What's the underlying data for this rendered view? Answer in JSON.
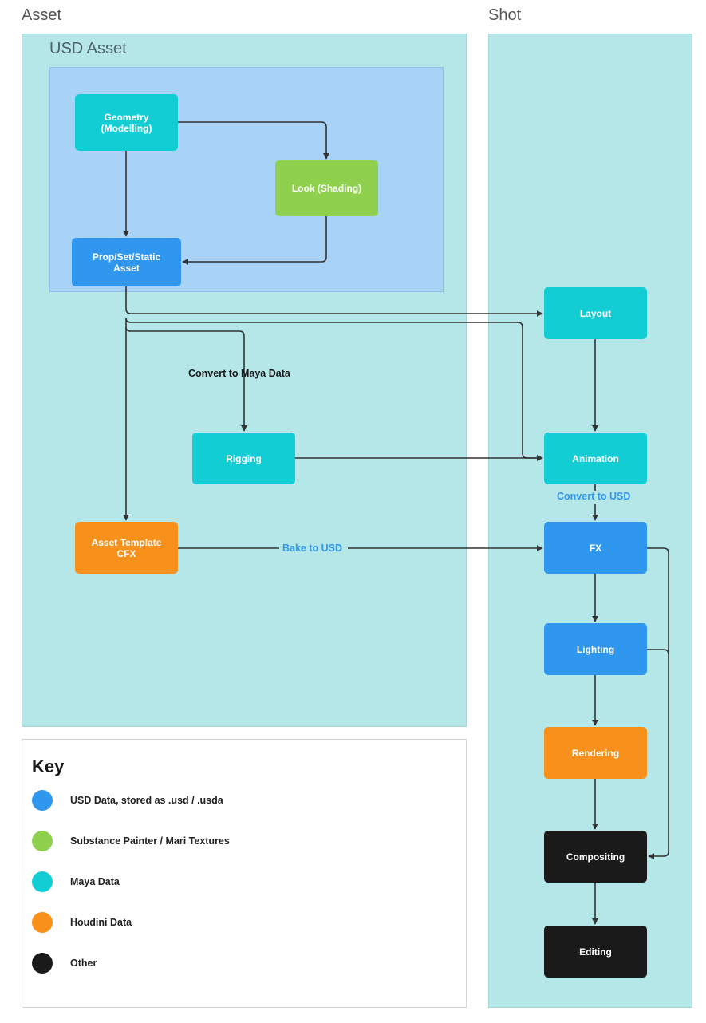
{
  "sections": {
    "asset": "Asset",
    "shot": "Shot",
    "usd_asset": "USD Asset"
  },
  "colors": {
    "usd": "#2f97ee",
    "substance": "#8fd14f",
    "maya": "#13cdd4",
    "houdini": "#f7911b",
    "other": "#1a1a1a",
    "panel": "#b5e6e8",
    "usd_panel": "#a8d3f7",
    "edge": "#333333",
    "usd_label": "#2f97ee"
  },
  "nodes": {
    "geometry": "Geometry\n(Modelling)",
    "look": "Look (Shading)",
    "prop": "Prop/Set/Static\nAsset",
    "rigging": "Rigging",
    "cfx": "Asset Template\nCFX",
    "layout": "Layout",
    "animation": "Animation",
    "fx": "FX",
    "lighting": "Lighting",
    "rendering": "Rendering",
    "compositing": "Compositing",
    "editing": "Editing"
  },
  "edge_labels": {
    "convert_maya": "Convert to Maya Data",
    "convert_usd": "Convert to USD",
    "bake_usd": "Bake to USD"
  },
  "key": {
    "title": "Key",
    "items": [
      {
        "label": "USD Data, stored as .usd / .usda",
        "color": "#2f97ee"
      },
      {
        "label": "Substance Painter / Mari Textures",
        "color": "#8fd14f"
      },
      {
        "label": "Maya Data",
        "color": "#13cdd4"
      },
      {
        "label": "Houdini Data",
        "color": "#f7911b"
      },
      {
        "label": "Other",
        "color": "#1a1a1a"
      }
    ]
  }
}
